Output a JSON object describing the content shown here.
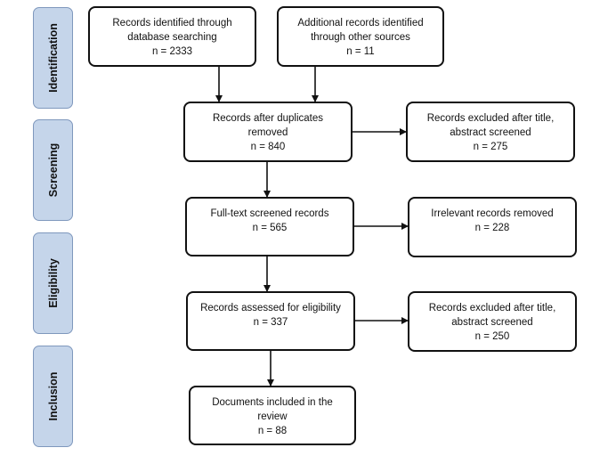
{
  "stages": [
    {
      "id": "identification",
      "label": "Identification"
    },
    {
      "id": "screening",
      "label": "Screening"
    },
    {
      "id": "eligibility",
      "label": "Eligibility"
    },
    {
      "id": "inclusion",
      "label": "Inclusion"
    }
  ],
  "boxes": {
    "database": {
      "line1": "Records identified through",
      "line2": "database searching",
      "line3": "n = 2333"
    },
    "other": {
      "line1": "Additional records identified",
      "line2": "through other sources",
      "line3": "n = 11"
    },
    "duplicates": {
      "line1": "Records after duplicates",
      "line2": "removed",
      "line3": "n = 840"
    },
    "excluded_title": {
      "line1": "Records excluded after title,",
      "line2": "abstract screened",
      "line3": "n = 275"
    },
    "fulltext": {
      "line1": "Full-text screened records",
      "line2": "n = 565"
    },
    "irrelevant": {
      "line1": "Irrelevant records removed",
      "line2": "n = 228"
    },
    "eligibility": {
      "line1": "Records assessed for eligibility",
      "line2": "n = 337"
    },
    "excluded_title2": {
      "line1": "Records excluded after title,",
      "line2": "abstract screened",
      "line3": "n = 250"
    },
    "included": {
      "line1": "Documents included in the",
      "line2": "review",
      "line3": "n = 88"
    }
  }
}
